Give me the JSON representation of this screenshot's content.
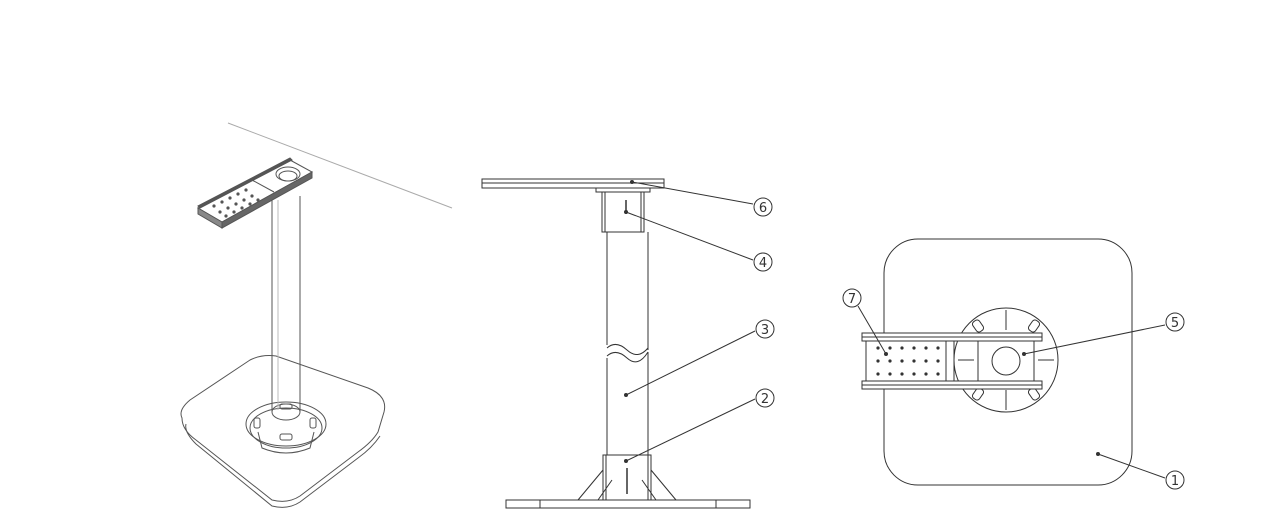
{
  "views": {
    "isometric": {},
    "side_elevation": {
      "callouts": [
        {
          "label": "6"
        },
        {
          "label": "4"
        },
        {
          "label": "3"
        },
        {
          "label": "2"
        }
      ]
    },
    "top_plan": {
      "callouts": [
        {
          "label": "7"
        },
        {
          "label": "5"
        },
        {
          "label": "1"
        }
      ]
    }
  },
  "colors": {
    "line": "#333333",
    "light_line": "#9a9a9a",
    "background": "#ffffff"
  }
}
